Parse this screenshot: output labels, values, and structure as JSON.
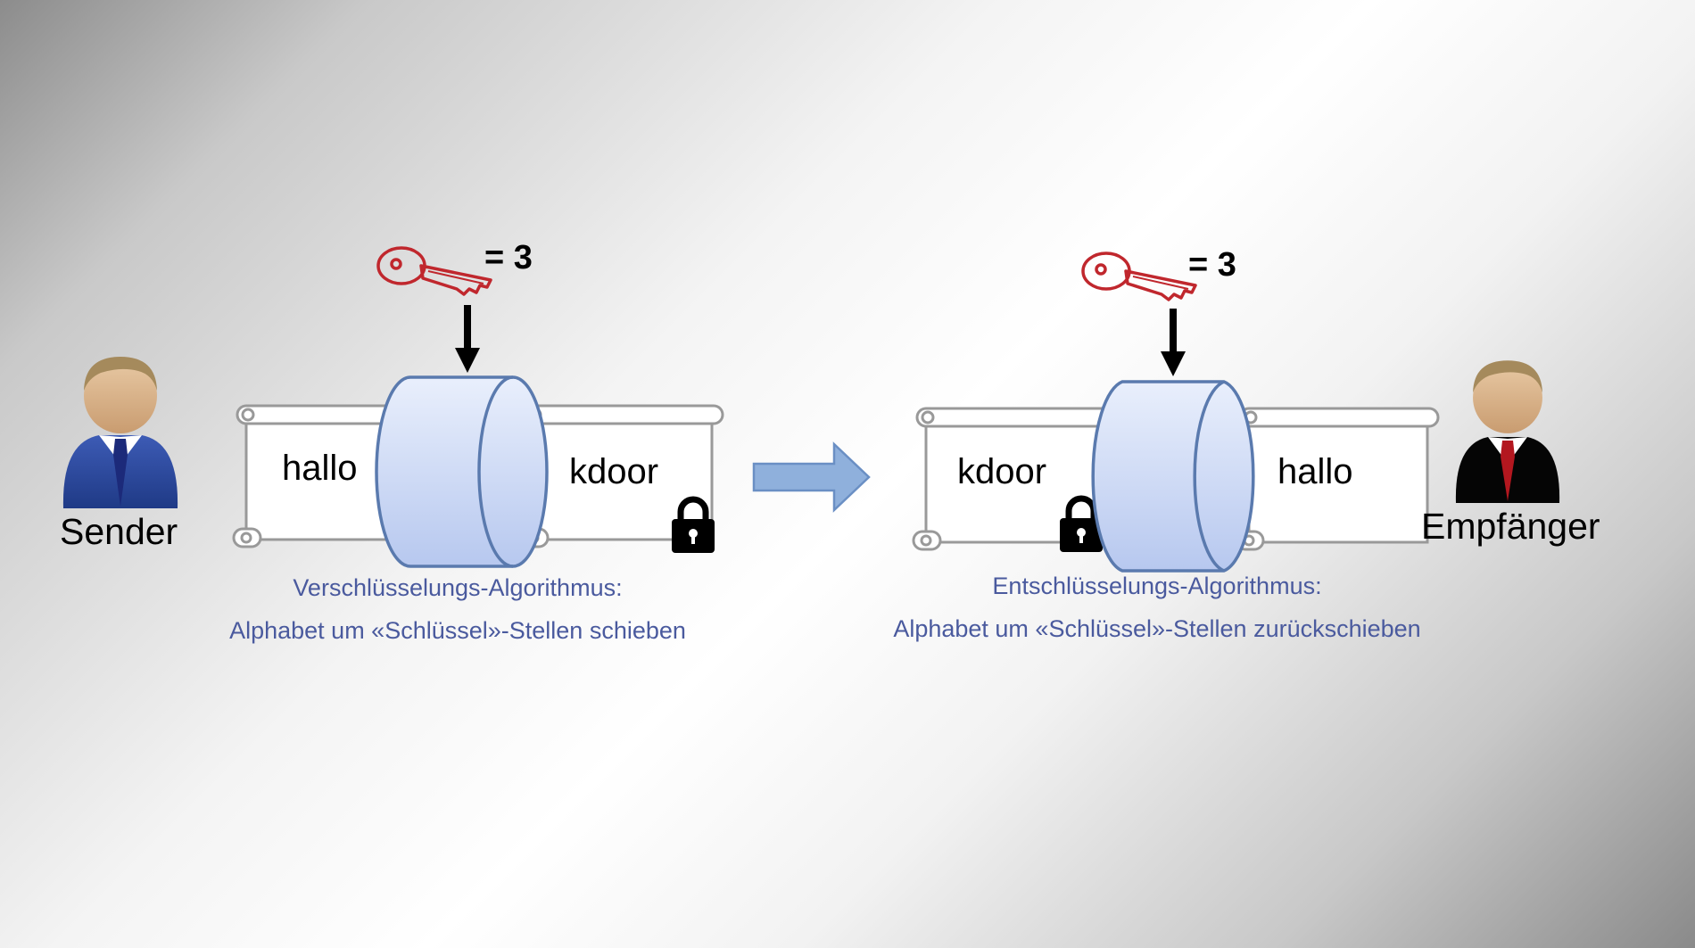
{
  "sender": {
    "label": "Sender"
  },
  "receiver": {
    "label": "Empfänger"
  },
  "encryption": {
    "key_value": "= 3",
    "input_text": "hallo",
    "output_text": "kdoor",
    "caption_line1": "Verschlüsselungs-Algorithmus:",
    "caption_line2": "Alphabet um «Schlüssel»-Stellen schieben"
  },
  "decryption": {
    "key_value": "= 3",
    "input_text": "kdoor",
    "output_text": "hallo",
    "caption_line1": "Entschlüsselungs-Algorithmus:",
    "caption_line2": "Alphabet um «Schlüssel»-Stellen zurückschieben"
  },
  "colors": {
    "caption": "#4a5a9e",
    "cylinder_fill": "#c9d7f5",
    "cylinder_stroke": "#5a7aae",
    "arrow_fill": "#8fb0dc",
    "key": "#c0272d"
  },
  "icons": [
    "person-sender-icon",
    "person-receiver-icon",
    "key-icon",
    "padlock-icon",
    "down-arrow-icon",
    "right-arrow-icon",
    "scroll-icon",
    "cylinder-icon"
  ]
}
